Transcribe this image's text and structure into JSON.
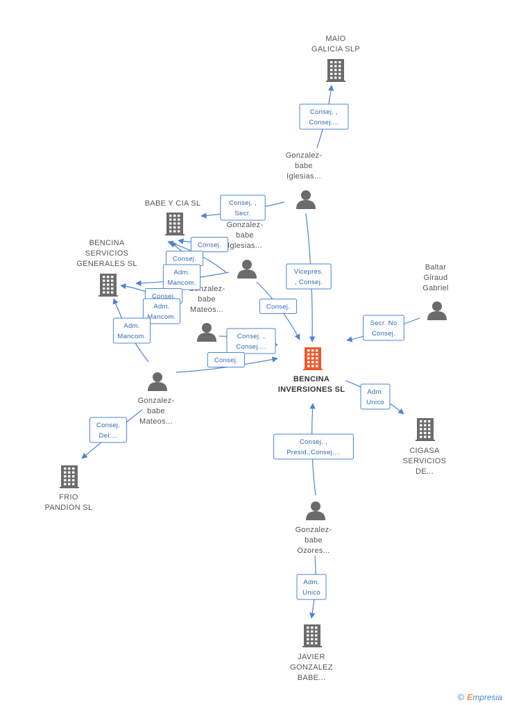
{
  "nodes": [
    {
      "id": "maio",
      "kind": "company",
      "lines": [
        "MAIO",
        "GALICIA  SLP"
      ]
    },
    {
      "id": "p_iglesias1",
      "kind": "person",
      "lines": [
        "Gonzalez-",
        "babe",
        "Iglesias..."
      ]
    },
    {
      "id": "babe_cia",
      "kind": "company",
      "lines": [
        "BABE Y CIA SL"
      ]
    },
    {
      "id": "p_iglesias2",
      "kind": "person",
      "lines": [
        "Gonzalez-",
        "babe",
        "Iglesias..."
      ]
    },
    {
      "id": "bencina_serv",
      "kind": "company",
      "lines": [
        "BENCINA",
        "SERVICIOS",
        "GENERALES SL"
      ]
    },
    {
      "id": "p_mateos1",
      "kind": "person",
      "lines": [
        "Gonzalez-",
        "babe",
        "Mateos..."
      ]
    },
    {
      "id": "p_small",
      "kind": "person",
      "lines": []
    },
    {
      "id": "p_mateos2",
      "kind": "person",
      "lines": [
        "Gonzalez-",
        "babe",
        "Mateos..."
      ]
    },
    {
      "id": "bencina_inv",
      "kind": "main",
      "lines": [
        "BENCINA",
        "INVERSIONES SL"
      ]
    },
    {
      "id": "baltar",
      "kind": "person",
      "lines": [
        "Baltar",
        "Giraud",
        "Gabriel"
      ]
    },
    {
      "id": "cigasa",
      "kind": "company",
      "lines": [
        "CIGASA",
        "SERVICIOS",
        "DE..."
      ]
    },
    {
      "id": "frio",
      "kind": "company",
      "lines": [
        "FRIO",
        "PANDION SL"
      ]
    },
    {
      "id": "p_ozores",
      "kind": "person",
      "lines": [
        "Gonzalez-",
        "babe",
        "Ozores..."
      ]
    },
    {
      "id": "javier",
      "kind": "company",
      "lines": [
        "JAVIER",
        "GONZALEZ",
        "BABE..."
      ]
    }
  ],
  "edges": [
    {
      "from": "p_iglesias1",
      "to": "maio",
      "label": [
        "Consej. ,",
        "Consej...."
      ]
    },
    {
      "from": "p_iglesias1",
      "to": "babe_cia",
      "label": [
        "Consej. ,",
        "Secr."
      ]
    },
    {
      "from": "p_iglesias1",
      "to": "bencina_inv",
      "label": [
        "Vicepres.",
        ", Consej."
      ]
    },
    {
      "from": "p_iglesias2",
      "to": "babe_cia",
      "label": [
        "Consej."
      ]
    },
    {
      "from": "p_mateos1",
      "to": "babe_cia",
      "label": [
        "Consej."
      ]
    },
    {
      "from": "p_mateos1",
      "to": "bencina_serv",
      "label": [
        "Adm.",
        "Mancom."
      ]
    },
    {
      "from": "p_mateos1",
      "to": "bencina_inv",
      "label": [
        "Consej."
      ]
    },
    {
      "from": "p_mateos2",
      "to": "babe_cia",
      "label": [
        "Consej."
      ]
    },
    {
      "from": "p_mateos2",
      "to": "bencina_serv",
      "label": [
        "Adm.",
        "Mancom."
      ]
    },
    {
      "from": "p_mateos2",
      "to": "bencina_serv",
      "label": [
        "Adm.",
        "Mancom."
      ]
    },
    {
      "from": "p_small",
      "to": "bencina_inv",
      "label": [
        "Consej. ,",
        "Consej...."
      ]
    },
    {
      "from": "p_mateos2",
      "to": "bencina_inv",
      "label": [
        "Consej."
      ]
    },
    {
      "from": "p_mateos2",
      "to": "frio",
      "label": [
        "Consej.",
        "Del...."
      ]
    },
    {
      "from": "baltar",
      "to": "bencina_inv",
      "label": [
        "Secr. No",
        "Consej."
      ]
    },
    {
      "from": "bencina_inv",
      "to": "cigasa",
      "label": [
        "Adm.",
        "Unico"
      ]
    },
    {
      "from": "p_ozores",
      "to": "bencina_inv",
      "label": [
        "Consej. ,",
        "Presid.,Consej...."
      ]
    },
    {
      "from": "p_ozores",
      "to": "javier",
      "label": [
        "Adm.",
        "Unico"
      ]
    }
  ],
  "colors": {
    "edge": "#4a84d6",
    "company": "#6b6b6b",
    "main": "#ec5a2a",
    "person": "#6b6b6b"
  },
  "footer": {
    "copyright": "©",
    "brand_first": "E",
    "brand_rest": "mpresia"
  }
}
